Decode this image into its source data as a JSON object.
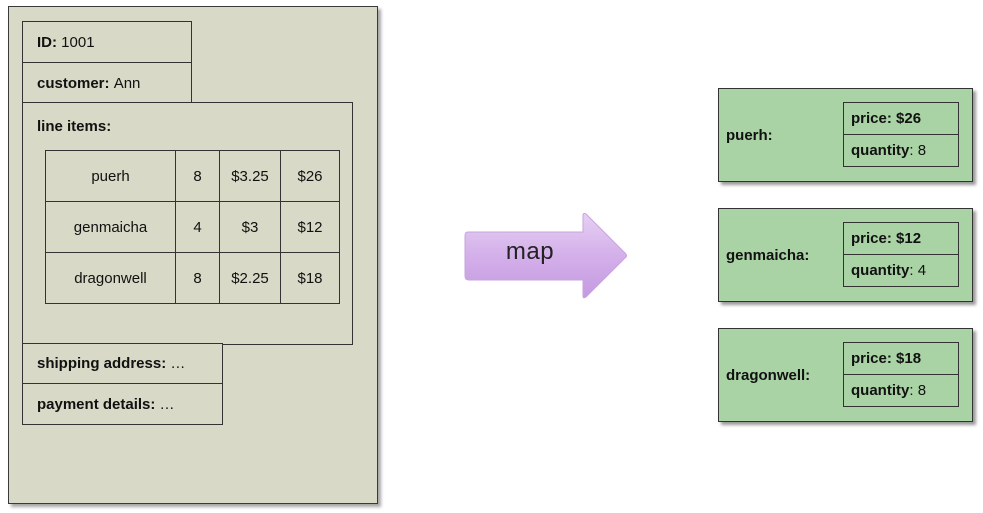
{
  "order": {
    "id_label": "ID:",
    "id_value": "1001",
    "customer_label": "customer:",
    "customer_value": "Ann",
    "line_items_label": "line items:",
    "line_items": [
      {
        "name": "puerh",
        "qty": "8",
        "unit_price": "$3.25",
        "total": "$26"
      },
      {
        "name": "genmaicha",
        "qty": "4",
        "unit_price": "$3",
        "total": "$12"
      },
      {
        "name": "dragonwell",
        "qty": "8",
        "unit_price": "$2.25",
        "total": "$18"
      }
    ],
    "shipping_label": "shipping address:",
    "shipping_value": "…",
    "payment_label": "payment details:",
    "payment_value": "…"
  },
  "arrow": {
    "label": "map",
    "color": "#d9b8ec"
  },
  "entries": [
    {
      "key": "puerh:",
      "price_label": "price:",
      "price_value": "$26",
      "quantity_label": "quantity",
      "quantity_value": "8"
    },
    {
      "key": "genmaicha:",
      "price_label": "price:",
      "price_value": "$12",
      "quantity_label": "quantity",
      "quantity_value": "4"
    },
    {
      "key": "dragonwell:",
      "price_label": "price:",
      "price_value": "$18",
      "quantity_label": "quantity",
      "quantity_value": "8"
    }
  ],
  "colors": {
    "document_fill": "#d8d9c6",
    "entry_fill": "#a9d3a5",
    "arrow_fill": "#d9b8ec"
  }
}
